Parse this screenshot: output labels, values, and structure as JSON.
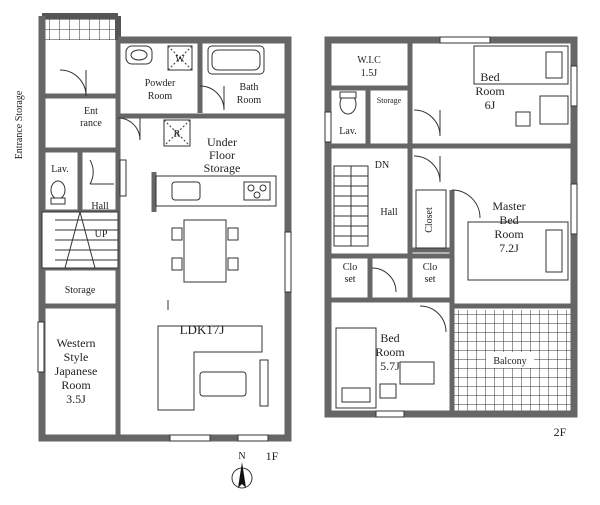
{
  "floor1": {
    "label": "1F",
    "rooms": {
      "entrance_storage": "Entrance Storage",
      "entrance": [
        "Ent",
        "rance"
      ],
      "powder_room": [
        "Powder",
        "Room"
      ],
      "bath_room": [
        "Bath",
        "Room"
      ],
      "under_floor_storage": [
        "Under",
        "Floor",
        "Storage"
      ],
      "lav": "Lav.",
      "hall": "Hall",
      "up": "UP",
      "storage": "Storage",
      "ldk": "LDK17J",
      "western_room": [
        "Western",
        "Style",
        "Japanese",
        "Room",
        "3.5J"
      ]
    },
    "marks": {
      "w": "W",
      "r": "R"
    }
  },
  "floor2": {
    "label": "2F",
    "rooms": {
      "wic": [
        "W.I.C",
        "1.5J"
      ],
      "storage": "Storage",
      "lav": "Lav.",
      "bed_6": [
        "Bed",
        "Room",
        "6J"
      ],
      "dn": "DN",
      "hall": "Hall",
      "closet": "Closet",
      "master": [
        "Master",
        "Bed",
        "Room",
        "7.2J"
      ],
      "closet_left": [
        "Clo",
        "set"
      ],
      "closet_right": [
        "Clo",
        "set"
      ],
      "bed_57": [
        "Bed",
        "Room",
        "5.7J"
      ],
      "balcony": "Balcony"
    }
  },
  "compass": {
    "label": "N"
  }
}
